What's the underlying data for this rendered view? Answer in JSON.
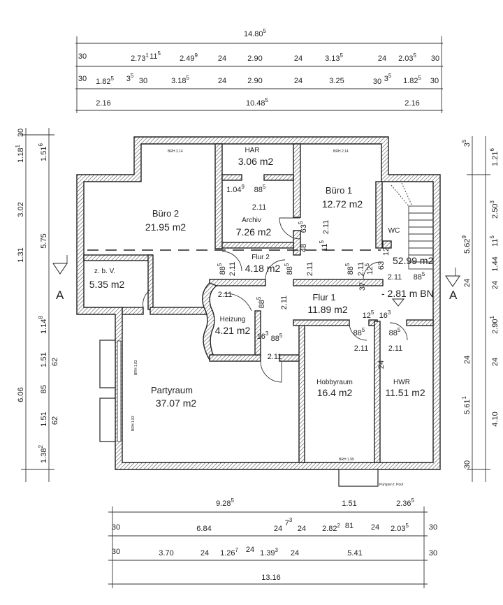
{
  "rooms": [
    {
      "name": "Büro 2",
      "area": "21.95 m2"
    },
    {
      "name": "HAR",
      "area": "3.06 m2"
    },
    {
      "name": "Archiv",
      "area": "7.26 m2"
    },
    {
      "name": "Büro 1",
      "area": "12.72 m2"
    },
    {
      "name": "WC",
      "area": ""
    },
    {
      "name": "Flur 2",
      "area": "4.18 m2"
    },
    {
      "name": "z. b. V.",
      "area": "5.35 m2"
    },
    {
      "name": "Heizung",
      "area": "4.21 m2"
    },
    {
      "name": "Flur 1",
      "area": "11.89 m2"
    },
    {
      "name": "Partyraum",
      "area": "37.07 m2"
    },
    {
      "name": "Hobbyraum",
      "area": "16.4 m2"
    },
    {
      "name": "HWR",
      "area": "11.51 m2"
    }
  ],
  "notes": {
    "brh_buero2": "BRH 2.14",
    "brh_buero1": "BRH 2.14",
    "brh_party_1": "BRH 1.83",
    "brh_party_2": "BRH 1.83",
    "brh_hobby": "BRH 1.99",
    "pumpen": "Pumpen f. Pool",
    "stair_area": "52.99 m2",
    "level": "- 2.81 m BN",
    "section_left": "A",
    "section_right": "A"
  },
  "dims": {
    "top": [
      [
        {
          "v": "14.80",
          "s": "5"
        }
      ],
      [
        {
          "v": "30",
          "s": ""
        },
        {
          "v": "2.73",
          "s": "1"
        },
        {
          "v": "11",
          "s": "5"
        },
        {
          "v": "2.49",
          "s": "9"
        },
        {
          "v": "24",
          "s": ""
        },
        {
          "v": "2.90",
          "s": ""
        },
        {
          "v": "24",
          "s": ""
        },
        {
          "v": "3.13",
          "s": "5"
        },
        {
          "v": "24",
          "s": ""
        },
        {
          "v": "2.03",
          "s": "5"
        },
        {
          "v": "30",
          "s": ""
        }
      ],
      [
        {
          "v": "30",
          "s": ""
        },
        {
          "v": "1.82",
          "s": "5"
        },
        {
          "v": "3",
          "s": "5"
        },
        {
          "v": "30",
          "s": ""
        },
        {
          "v": "3.18",
          "s": "5"
        },
        {
          "v": "24",
          "s": ""
        },
        {
          "v": "2.90",
          "s": ""
        },
        {
          "v": "24",
          "s": ""
        },
        {
          "v": "3.25",
          "s": ""
        },
        {
          "v": "30",
          "s": ""
        },
        {
          "v": "3",
          "s": "5"
        },
        {
          "v": "1.82",
          "s": "5"
        },
        {
          "v": "30",
          "s": ""
        }
      ],
      [
        {
          "v": "2.16",
          "s": ""
        },
        {
          "v": "10.48",
          "s": "5"
        },
        {
          "v": "2.16",
          "s": ""
        }
      ]
    ],
    "bottom": [
      [
        {
          "v": "9.28",
          "s": "5"
        },
        {
          "v": "1.51",
          "s": ""
        },
        {
          "v": "2.36",
          "s": "5"
        }
      ],
      [
        {
          "v": "30",
          "s": ""
        },
        {
          "v": "6.84",
          "s": ""
        },
        {
          "v": "24",
          "s": ""
        },
        {
          "v": "7",
          "s": "3"
        },
        {
          "v": "24",
          "s": ""
        },
        {
          "v": "2.82",
          "s": "2"
        },
        {
          "v": "81",
          "s": ""
        },
        {
          "v": "24",
          "s": ""
        },
        {
          "v": "2.03",
          "s": "5"
        },
        {
          "v": "30",
          "s": ""
        }
      ],
      [
        {
          "v": "30",
          "s": ""
        },
        {
          "v": "3.70",
          "s": ""
        },
        {
          "v": "24",
          "s": ""
        },
        {
          "v": "1.26",
          "s": "7"
        },
        {
          "v": "24",
          "s": ""
        },
        {
          "v": "1.39",
          "s": "3"
        },
        {
          "v": "24",
          "s": ""
        },
        {
          "v": "5.41",
          "s": ""
        },
        {
          "v": "30",
          "s": ""
        }
      ],
      [
        {
          "v": "13.16",
          "s": ""
        }
      ]
    ],
    "left_outer": [
      {
        "v": "30",
        "s": ""
      },
      {
        "v": "1.18",
        "s": "1"
      },
      {
        "v": "3.02",
        "s": ""
      },
      {
        "v": "1.31",
        "s": ""
      },
      {
        "v": "6.06",
        "s": ""
      }
    ],
    "left_inner": [
      {
        "v": "1.51",
        "s": "6"
      },
      {
        "v": "5.75",
        "s": ""
      },
      {
        "v": "1.14",
        "s": "8"
      },
      {
        "v": "1.51",
        "s": ""
      },
      {
        "v": "62",
        "s": ""
      },
      {
        "v": "85",
        "s": ""
      },
      {
        "v": "1.51",
        "s": ""
      },
      {
        "v": "62",
        "s": ""
      },
      {
        "v": "1.38",
        "s": "2"
      }
    ],
    "right_inner": [
      {
        "v": "3",
        "s": "5"
      },
      {
        "v": "5.62",
        "s": "9"
      },
      {
        "v": "24",
        "s": ""
      },
      {
        "v": "24",
        "s": ""
      },
      {
        "v": "5.61",
        "s": "1"
      },
      {
        "v": "30",
        "s": ""
      }
    ],
    "right_outer": [
      {
        "v": "1.21",
        "s": "6"
      },
      {
        "v": "2.50",
        "s": "3"
      },
      {
        "v": "11",
        "s": "5"
      },
      {
        "v": "1.44",
        "s": ""
      },
      {
        "v": "24",
        "s": ""
      },
      {
        "v": "2.90",
        "s": "1"
      },
      {
        "v": "24",
        "s": ""
      },
      {
        "v": "4.10",
        "s": ""
      }
    ],
    "doors": [
      {
        "v": "1.04",
        "s": "9"
      },
      {
        "v": "88",
        "s": "5"
      },
      {
        "v": "2.11",
        "s": ""
      },
      {
        "v": "63",
        "s": "5"
      },
      {
        "v": "2.11",
        "s": ""
      },
      {
        "v": "48",
        "s": ""
      },
      {
        "v": "11",
        "s": "5"
      },
      {
        "v": "88",
        "s": "5"
      },
      {
        "v": "2.11",
        "s": ""
      },
      {
        "v": "88",
        "s": "5"
      },
      {
        "v": "2.11",
        "s": ""
      },
      {
        "v": "88",
        "s": "5"
      },
      {
        "v": "2.11",
        "s": ""
      },
      {
        "v": "12",
        "s": "5"
      },
      {
        "v": "63",
        "s": ""
      },
      {
        "v": "2.11",
        "s": ""
      },
      {
        "v": "12",
        "s": ""
      },
      {
        "v": "88",
        "s": "5"
      },
      {
        "v": "2.11",
        "s": ""
      },
      {
        "v": "88",
        "s": "5"
      },
      {
        "v": "2.11",
        "s": ""
      },
      {
        "v": "37",
        "s": ""
      },
      {
        "v": "12",
        "s": "5"
      },
      {
        "v": "16",
        "s": "3"
      },
      {
        "v": "88",
        "s": "5"
      },
      {
        "v": "2.11",
        "s": ""
      },
      {
        "v": "88",
        "s": "5"
      },
      {
        "v": "2.11",
        "s": ""
      },
      {
        "v": "24",
        "s": ""
      },
      {
        "v": "16",
        "s": "3"
      },
      {
        "v": "88",
        "s": "5"
      },
      {
        "v": "2.11",
        "s": ""
      }
    ]
  }
}
